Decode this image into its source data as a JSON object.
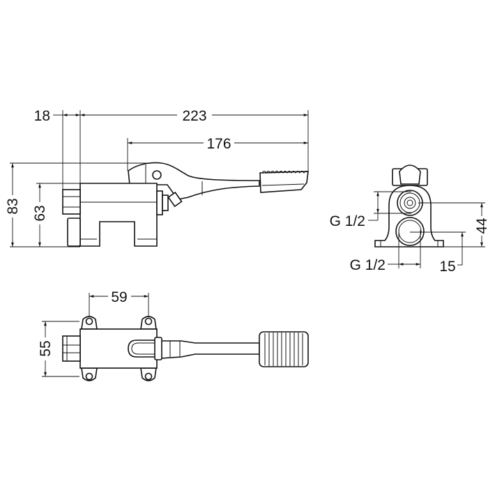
{
  "title": "Foot-operated valve dimension drawing",
  "line_color": "#111111",
  "side_view": {
    "dim_inlet_depth": "18",
    "dim_total_length": "223",
    "dim_lever_length": "176",
    "dim_total_height": "83",
    "dim_body_height": "63"
  },
  "front_view": {
    "connection_upper": "G 1/2",
    "connection_lower": "G 1/2",
    "dim_upper_axis_height": "44",
    "dim_lower_axis_height": "15"
  },
  "top_view": {
    "dim_hole_spacing_x": "59",
    "dim_hole_spacing_y": "55"
  }
}
